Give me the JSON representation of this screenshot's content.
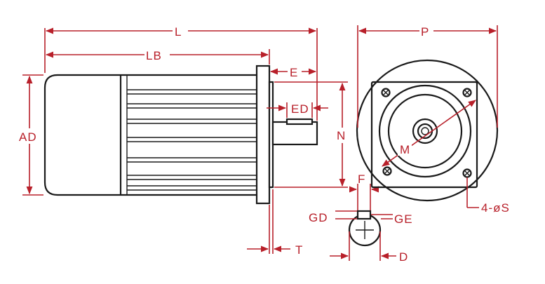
{
  "colors": {
    "outline": "#1a1a1a",
    "dimension": "#b8202a",
    "background": "#ffffff"
  },
  "labels": {
    "L": "L",
    "LB": "LB",
    "E": "E",
    "ED": "ED",
    "AD": "AD",
    "N": "N",
    "P": "P",
    "M": "M",
    "S": "4-øS",
    "F": "F",
    "GD": "GD",
    "GE": "GE",
    "T": "T",
    "D": "D"
  }
}
